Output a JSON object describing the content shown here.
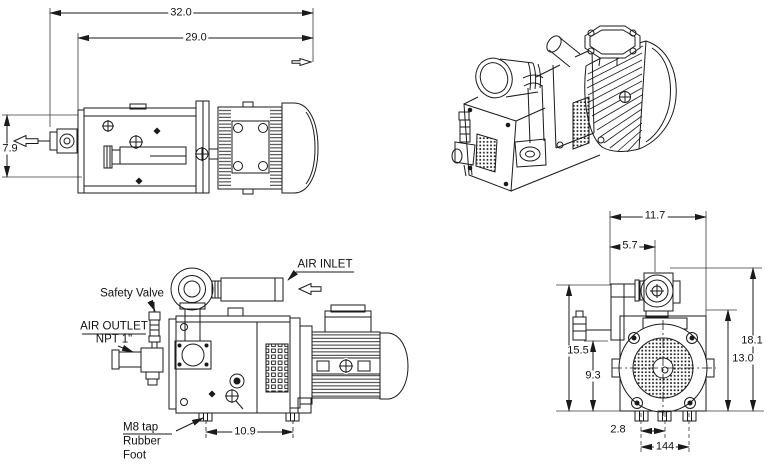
{
  "colors": {
    "line": "#1a1a1a",
    "background": "#ffffff"
  },
  "top_view": {
    "dim_overall_length": "32.0",
    "dim_body_length": "29.0",
    "dim_outlet_height": "7.9"
  },
  "side_view": {
    "label_air_inlet": "AIR INLET",
    "label_safety_valve": "Safety Valve",
    "label_air_outlet_line1": "AIR OUTLET",
    "label_air_outlet_line2": "NPT 1\"",
    "label_foot_line1": "M8 tap",
    "label_foot_line2": "Rubber",
    "label_foot_line3": "Foot",
    "dim_foot_spacing": "10.9"
  },
  "front_view": {
    "dim_overall_width": "11.7",
    "dim_valve_offset": "5.7",
    "dim_valve_height": "15.5",
    "dim_center_height": "9.3",
    "dim_overall_height": "18.1",
    "dim_body_height": "13.0",
    "dim_foot_pitch": "2.8",
    "dim_foot_span": "144"
  }
}
